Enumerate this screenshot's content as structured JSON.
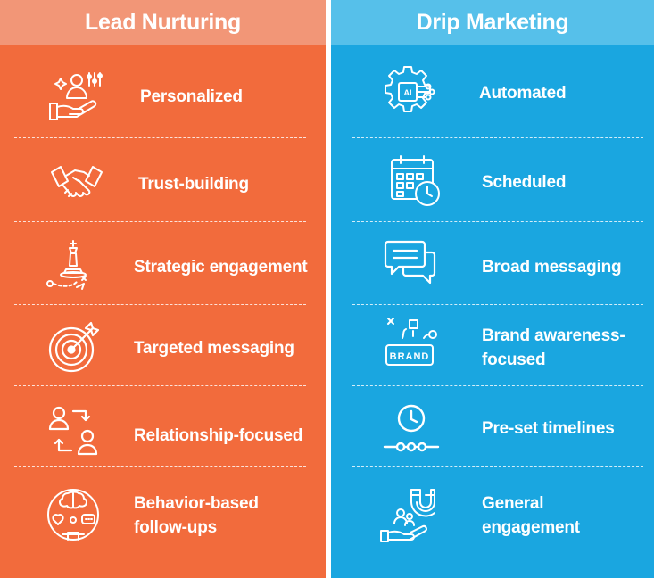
{
  "colors": {
    "left_header": "#f29677",
    "left_body": "#f26b3c",
    "right_header": "#56c0ea",
    "right_body": "#1aa6e0",
    "text": "#ffffff"
  },
  "left": {
    "title": "Lead Nurturing",
    "items": [
      {
        "label": "Personalized",
        "icon": "person-in-hand-icon"
      },
      {
        "label": "Trust-building",
        "icon": "handshake-icon"
      },
      {
        "label": "Strategic engagement",
        "icon": "chess-strategy-icon"
      },
      {
        "label": "Targeted messaging",
        "icon": "target-arrow-icon"
      },
      {
        "label": "Relationship-focused",
        "icon": "people-exchange-icon"
      },
      {
        "label": "Behavior-based follow-ups",
        "icon": "brain-behavior-icon"
      }
    ]
  },
  "right": {
    "title": "Drip Marketing",
    "items": [
      {
        "label": "Automated",
        "icon": "ai-gear-icon"
      },
      {
        "label": "Scheduled",
        "icon": "calendar-clock-icon"
      },
      {
        "label": "Broad messaging",
        "icon": "chat-bubbles-icon"
      },
      {
        "label": "Brand awareness-focused",
        "icon": "brand-tag-icon"
      },
      {
        "label": "Pre-set timelines",
        "icon": "clock-timeline-icon"
      },
      {
        "label": "General engagement",
        "icon": "magnet-people-icon"
      }
    ]
  }
}
